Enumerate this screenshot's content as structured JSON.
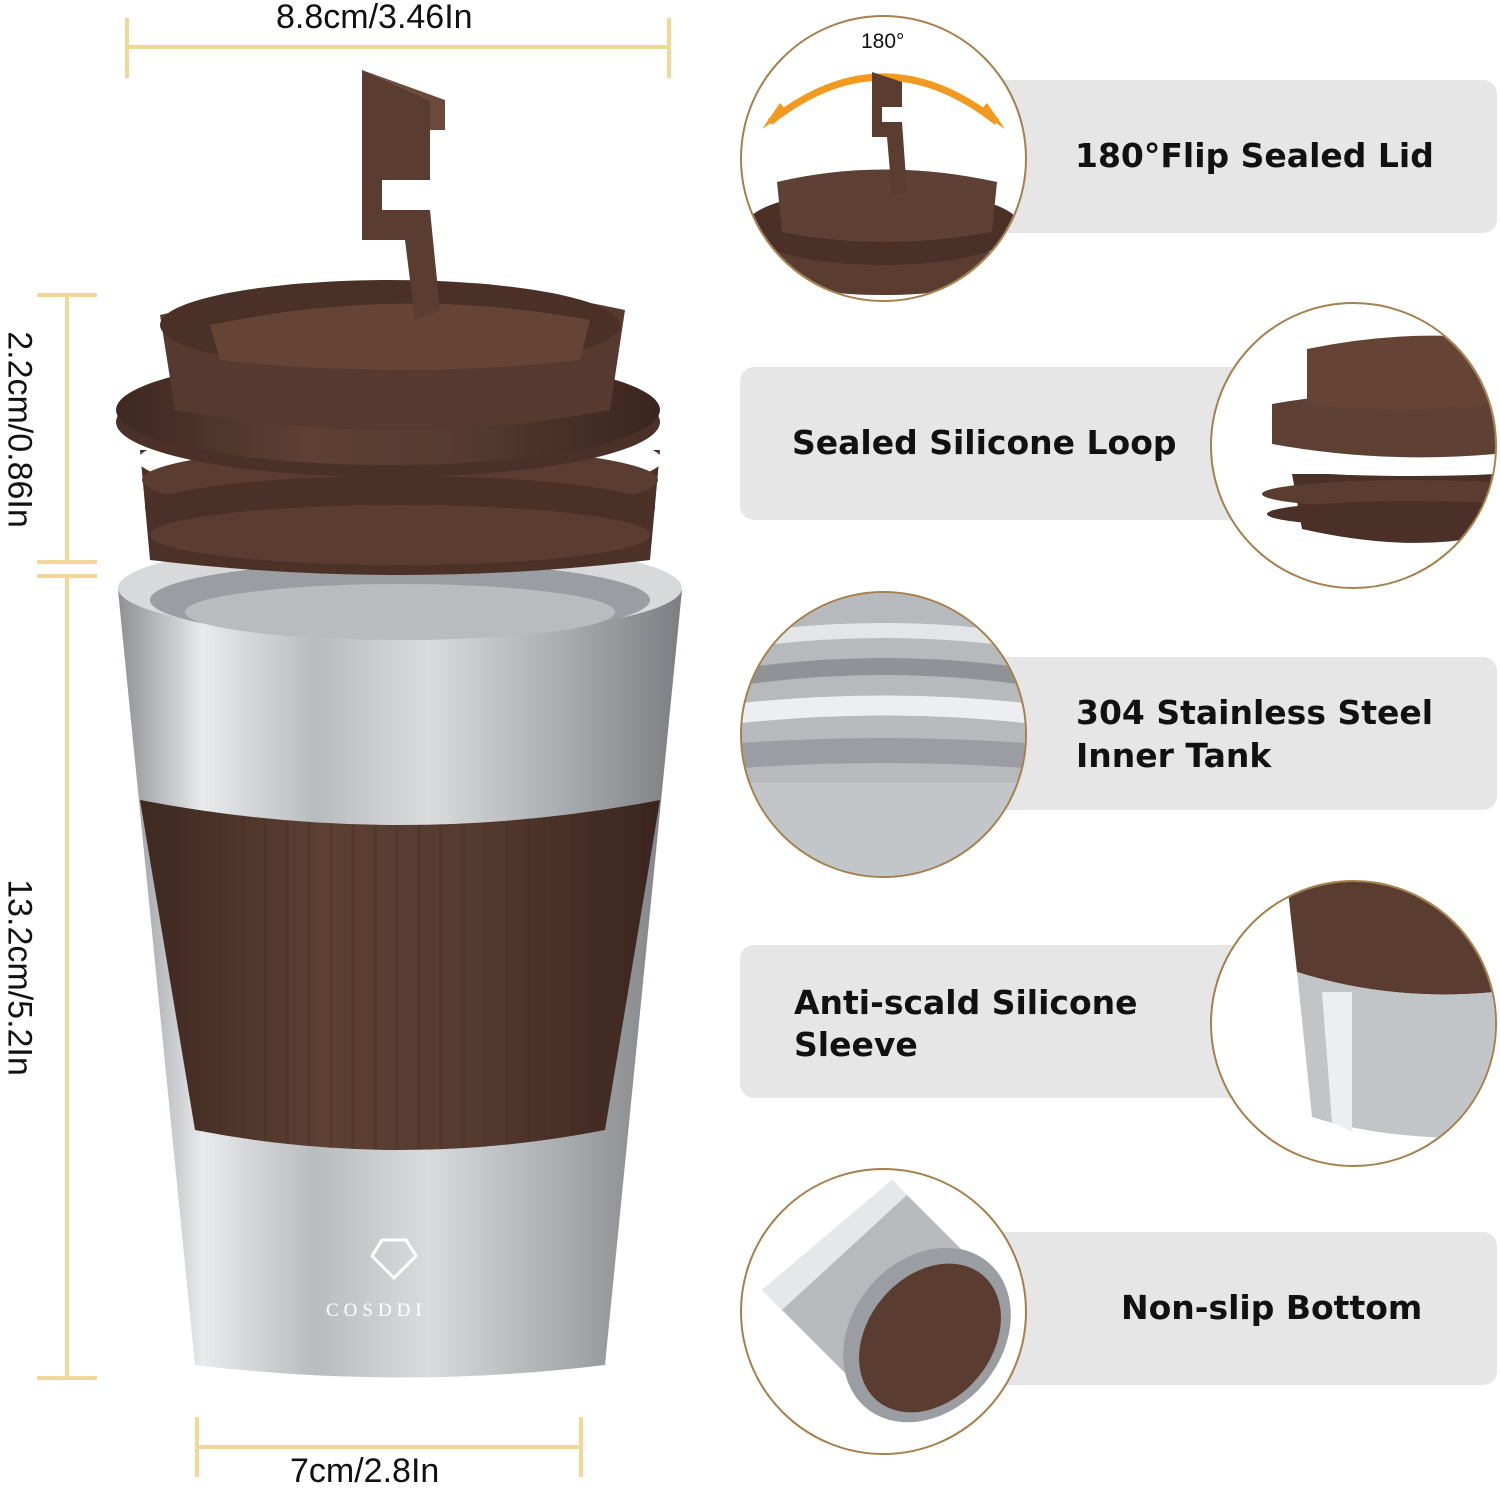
{
  "dimensions": {
    "top_width": "8.8cm/3.46In",
    "bottom_width": "7cm/2.8In",
    "lid_height": "2.2cm/0.86In",
    "body_height": "13.2cm/5.2In"
  },
  "lid_angle": "180°",
  "brand": "COSDDI",
  "features": [
    {
      "line1": "180°Flip Sealed Lid",
      "line2": ""
    },
    {
      "line1": "Sealed Silicone Loop",
      "line2": ""
    },
    {
      "line1": "304 Stainless Steel",
      "line2": "Inner Tank"
    },
    {
      "line1": "Anti-scald Silicone",
      "line2": "Sleeve"
    },
    {
      "line1": "Non-slip Bottom",
      "line2": ""
    }
  ],
  "colors": {
    "accent_line": "#f2d79a",
    "circle_border": "#a5804d",
    "panel_bg": "#e6e6e6",
    "lid_brown": "#5c3d33",
    "steel": "#c9cccf"
  }
}
